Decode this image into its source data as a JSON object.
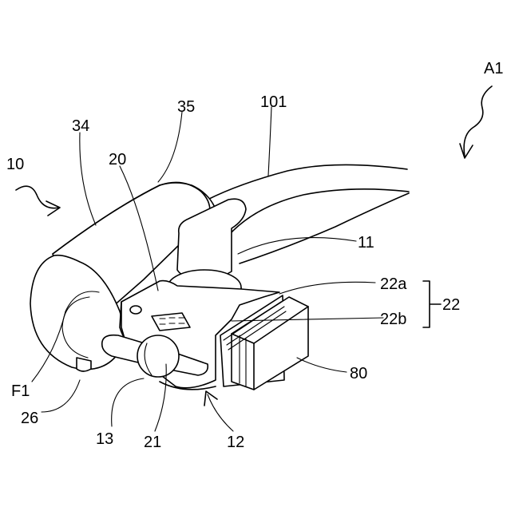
{
  "labels": {
    "a1": "A1",
    "n10": "10",
    "n34": "34",
    "n35": "35",
    "n20": "20",
    "n101": "101",
    "n11": "11",
    "n22a": "22a",
    "n22": "22",
    "n22b": "22b",
    "n80": "80",
    "f1": "F1",
    "n26": "26",
    "n13": "13",
    "n21": "21",
    "n12": "12"
  }
}
